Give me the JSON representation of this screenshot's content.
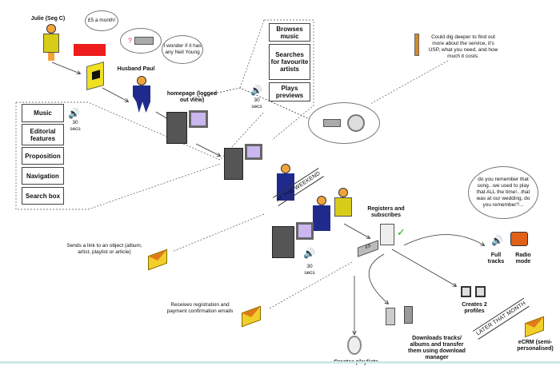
{
  "people": {
    "julie": "Julie (Seg C)",
    "paul": "Husband Paul"
  },
  "thoughts": {
    "price": "£5 a month!",
    "neil_young": "I wonder if it has any Neil Young"
  },
  "homepage_label": "homepage (logged out view)",
  "left_panel": {
    "items": [
      "Music",
      "Editorial features",
      "Proposition",
      "Navigation",
      "Search box"
    ],
    "secs": "30 secs"
  },
  "right_panel": {
    "items": [
      "Browses music",
      "Searches for favourite artists",
      "Plays previews"
    ],
    "secs": "30 secs"
  },
  "dig_deeper": "Could dig deeper to find out more about the service, it's USP, what you need, and how much it costs.",
  "weekend_label": "AT THE WEEKEND",
  "weekend_secs": "30 secs",
  "send_link": "Sends a link to an object (album, artist, playlist or article)",
  "receives_emails": "Receives registration and payment confirmation emails",
  "registers": "Registers and subscribes",
  "card_label": "£5",
  "speech": "do you remember that song...we used to play that ALL the time!...that was at our wedding, do you remember?...",
  "full_tracks": "Full tracks",
  "radio_mode": "Radio mode",
  "profiles": "Creates 2 profiles",
  "later_label": "LATER THAT MONTH",
  "ecrm": "eCRM (semi-personalised)",
  "downloads": "Downloads tracks/ albums and transfer them using download manager",
  "playlists": "Creates playlists",
  "colors": {
    "julie": "#d8cc1a",
    "paul": "#1f2a8c",
    "envelope": "#f0cf2a",
    "red_block": "#ee1c1c",
    "check": "#22aa22"
  }
}
